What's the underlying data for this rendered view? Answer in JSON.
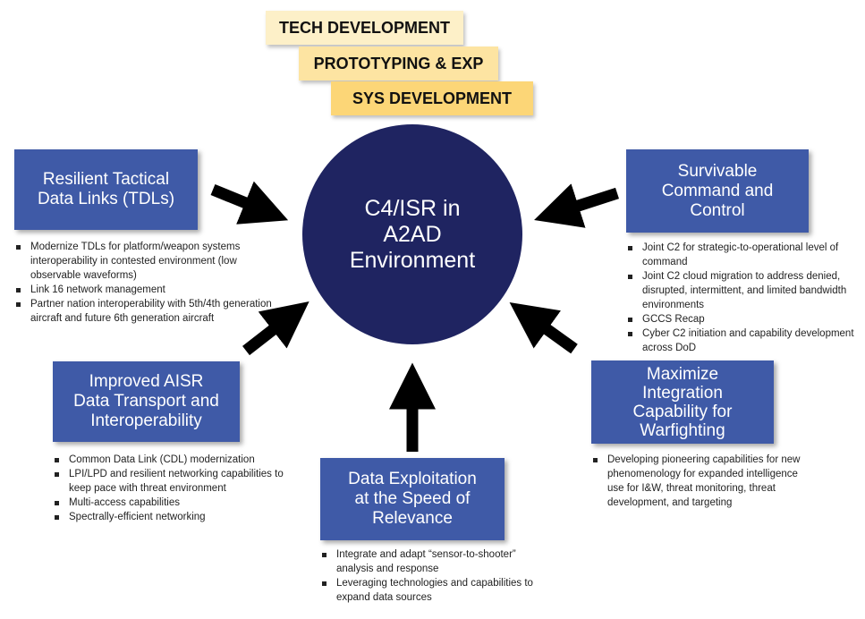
{
  "phases": [
    "TECH DEVELOPMENT",
    "PROTOTYPING & EXP",
    "SYS DEVELOPMENT"
  ],
  "center": {
    "lines": [
      "C4/ISR in",
      "A2AD",
      "Environment"
    ]
  },
  "boxes": {
    "tdl": {
      "title": [
        "Resilient Tactical",
        "Data Links (TDLs)"
      ],
      "bullets": [
        "Modernize TDLs for platform/weapon systems interoperability in contested environment (low observable waveforms)",
        "Link 16 network management",
        "Partner nation interoperability with 5th/4th generation aircraft and future 6th generation aircraft"
      ]
    },
    "c2": {
      "title": [
        "Survivable",
        "Command and",
        "Control"
      ],
      "bullets": [
        "Joint C2 for strategic-to-operational level of command",
        "Joint C2 cloud migration to address denied, disrupted, intermittent, and limited bandwidth environments",
        "GCCS Recap",
        "Cyber C2 initiation and capability development across DoD"
      ]
    },
    "aisr": {
      "title": [
        "Improved AISR",
        "Data Transport and",
        "Interoperability"
      ],
      "bullets": [
        "Common Data Link (CDL) modernization",
        "LPI/LPD and resilient networking capabilities to keep pace with threat environment",
        "Multi-access capabilities",
        "Spectrally-efficient networking"
      ]
    },
    "integ": {
      "title": [
        "Maximize",
        "Integration",
        "Capability for",
        "Warfighting"
      ],
      "bullets": [
        "Developing pioneering capabilities for new phenomenology for expanded intelligence use for I&W, threat monitoring, threat development, and targeting"
      ]
    },
    "data": {
      "title": [
        "Data Exploitation",
        "at the Speed of",
        "Relevance"
      ],
      "bullets": [
        "Integrate and adapt “sensor-to-shooter” analysis and response",
        "Leveraging technologies and capabilities to expand data sources"
      ]
    }
  },
  "colors": {
    "box": "#3f5aa7",
    "circle": "#1f2461",
    "phase1": "#fdf0c8",
    "phase2": "#fde4a2",
    "phase3": "#fcd677"
  }
}
